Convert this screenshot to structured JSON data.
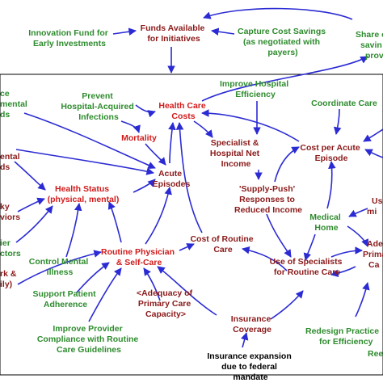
{
  "colors": {
    "policy_green": "#2e8b2e",
    "key_red": "#d11a1a",
    "variable_maroon": "#8b1a1a",
    "external_black": "#000000",
    "arrow_blue": "#2b2bd4",
    "frame_black": "#000000"
  },
  "nodes": {
    "innovation_fund": [
      "Innovation Fund for",
      "Early Investments"
    ],
    "funds_available": [
      "Funds Available",
      "for Initiatives"
    ],
    "capture_cost_savings": [
      "Capture Cost Savings",
      "(as negotiated with",
      "payers)"
    ],
    "share_savings": [
      "Share o",
      "savin",
      "prov"
    ],
    "prevent_infections": [
      "Prevent",
      "Hospital-Acquired",
      "Infections"
    ],
    "improve_efficiency": [
      "Improve Hospital",
      "Efficiency"
    ],
    "health_care_costs": [
      "Health Care",
      "Costs"
    ],
    "coordinate_care": [
      "Coordinate Care"
    ],
    "mortality": [
      "Mortality"
    ],
    "specialist_net_income": [
      "Specialist &",
      "Hospital Net",
      "Income"
    ],
    "cost_per_acute": [
      "Cost per Acute",
      "Episode"
    ],
    "left_top": [
      "ce",
      "mental",
      "ds"
    ],
    "left_mid": [
      "ental",
      "ds"
    ],
    "health_status": [
      "Health Status",
      "(physical, mental)"
    ],
    "acute_episodes": [
      "Acute",
      "Episodes"
    ],
    "supply_push": [
      "'Supply-Push'",
      "Responses to",
      "Reduced Income"
    ],
    "right_mi": [
      "Us",
      "mi"
    ],
    "left_behaviors": [
      "ky",
      "viors"
    ],
    "medical_home": [
      "Medical",
      "Home"
    ],
    "left_ctors": [
      "ier",
      "ctors"
    ],
    "routine_physician": [
      "Routine Physician",
      "& Self-Care"
    ],
    "cost_routine": [
      "Cost of Routine",
      "Care"
    ],
    "right_ade": [
      "Ade",
      "Prima",
      "Ca"
    ],
    "control_mental": [
      "Control Mental",
      "Illness"
    ],
    "left_rk": [
      "rk &",
      "ily)"
    ],
    "use_specialists": [
      "Use of Specialists",
      "for Routine Care"
    ],
    "support_adherence": [
      "Support Patient",
      "Adherence"
    ],
    "adequacy": [
      "<Adequacy of",
      "Primary Care",
      "Capacity>"
    ],
    "insurance_coverage": [
      "Insurance",
      "Coverage"
    ],
    "redesign": [
      "Redesign Practice",
      "for Efficiency"
    ],
    "improve_provider": [
      "Improve Provider",
      "Compliance with Routine",
      "Care Guidelines"
    ],
    "right_ree": [
      "Ree"
    ],
    "insurance_expansion": [
      "Insurance expansion",
      "due to federal",
      "mandate"
    ]
  }
}
